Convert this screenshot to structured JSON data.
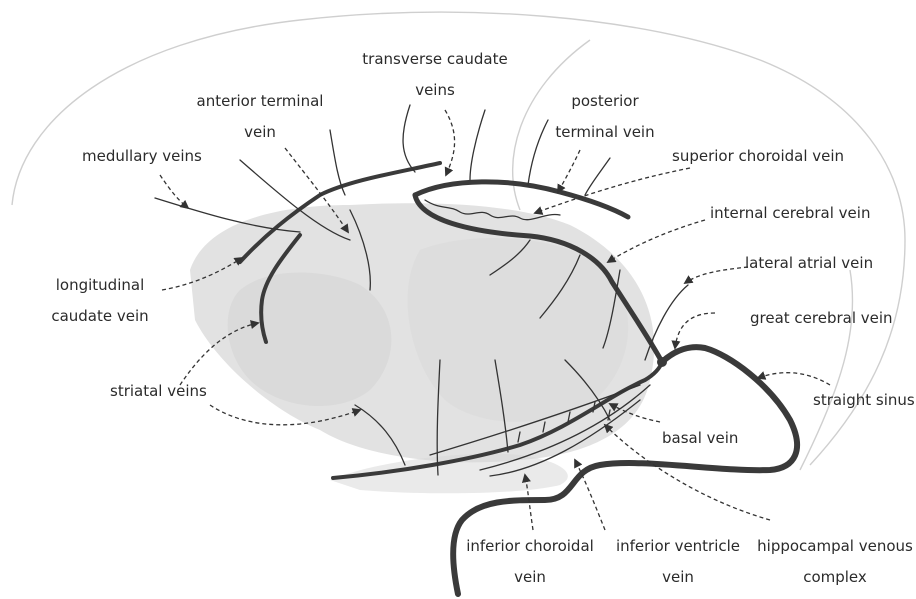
{
  "labels": {
    "transverse_caudate_veins": [
      "transverse caudate",
      "veins"
    ],
    "anterior_terminal_vein": [
      "anterior terminal",
      "vein"
    ],
    "posterior_terminal_vein": [
      "posterior",
      "terminal vein"
    ],
    "medullary_veins": "medullary veins",
    "superior_choroidal_vein": "superior choroidal vein",
    "internal_cerebral_vein": "internal cerebral vein",
    "lateral_atrial_vein": "lateral atrial vein",
    "longitudinal_caudate_vein": [
      "longitudinal",
      "caudate vein"
    ],
    "great_cerebral_vein": "great cerebral vein",
    "striatal_veins": "striatal veins",
    "straight_sinus": "straight sinus",
    "basal_vein": "basal vein",
    "inferior_choroidal_vein": [
      "inferior choroidal",
      "vein"
    ],
    "inferior_ventricle_vein": [
      "inferior ventricle",
      "vein"
    ],
    "hippocampal_venous_complex": [
      "hippocampal venous",
      "complex"
    ]
  },
  "colors": {
    "vein": "#3a3a3a",
    "label": "#2b2b2b",
    "brain_shading": "#e2e2e2",
    "brain_outline": "#cfcfcf"
  }
}
